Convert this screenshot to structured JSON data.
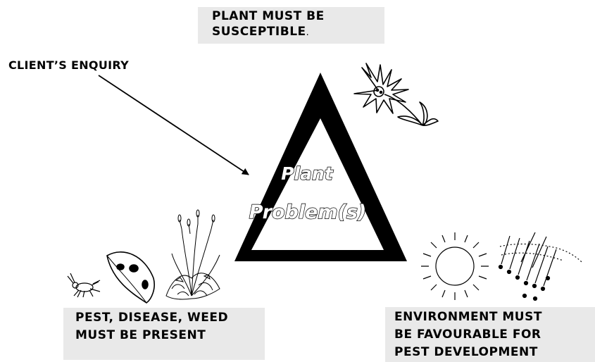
{
  "top_box": {
    "line1": "PLANT MUST BE",
    "line2": "SUSCEPTIBLE",
    "suffix": "."
  },
  "left_box": {
    "line1": "PEST, DISEASE, WEED",
    "line2": "MUST BE PRESENT"
  },
  "right_box": {
    "line1": "ENVIRONMENT MUST",
    "line2": "BE FAVOURABLE FOR",
    "line3": "PEST DEVELOPMENT"
  },
  "arrow_label": "CLIENT’S ENQUIRY",
  "center_label": {
    "line1": "Plant",
    "line2": "Problem(s)"
  },
  "icons": {
    "plant": "flower-icon",
    "pest": [
      "aphid-icon",
      "diseased-leaf-icon",
      "weed-icon"
    ],
    "environment": [
      "sun-icon",
      "rain-icon"
    ]
  },
  "colors": {
    "box_bg": "#e9e9e9",
    "triangle": "#000000",
    "text": "#000000"
  }
}
